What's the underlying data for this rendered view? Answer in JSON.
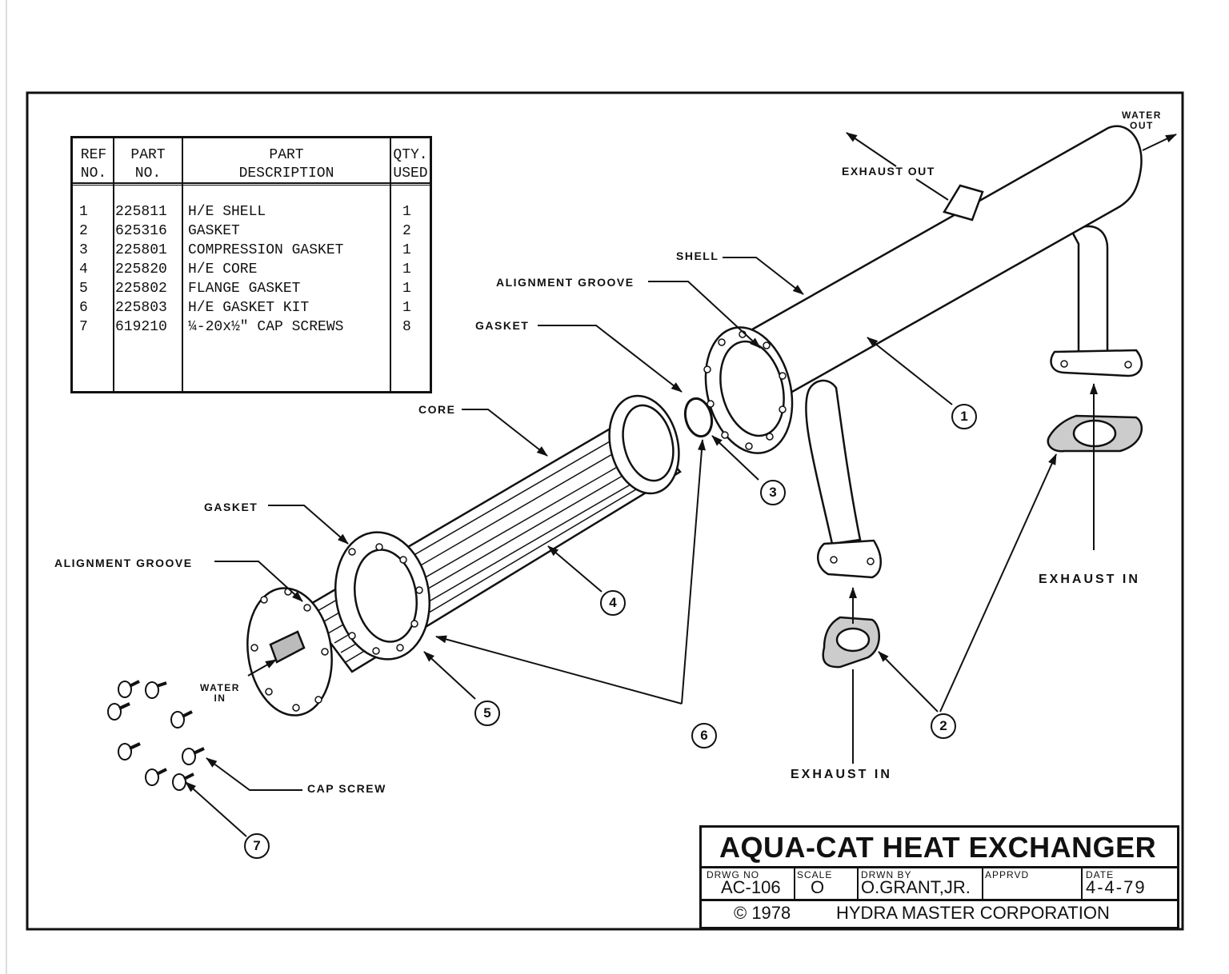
{
  "parts_table": {
    "headers": {
      "ref": [
        "REF",
        "NO."
      ],
      "part_no": [
        "PART",
        "NO."
      ],
      "description": [
        "PART",
        "DESCRIPTION"
      ],
      "qty": [
        "QTY.",
        "USED"
      ]
    },
    "rows": [
      {
        "ref": "1",
        "part_no": "225811",
        "description": "H/E SHELL",
        "qty": "1"
      },
      {
        "ref": "2",
        "part_no": "625316",
        "description": "GASKET",
        "qty": "2"
      },
      {
        "ref": "3",
        "part_no": "225801",
        "description": "COMPRESSION GASKET",
        "qty": "1"
      },
      {
        "ref": "4",
        "part_no": "225820",
        "description": "H/E CORE",
        "qty": "1"
      },
      {
        "ref": "5",
        "part_no": "225802",
        "description": "FLANGE GASKET",
        "qty": "1"
      },
      {
        "ref": "6",
        "part_no": "225803",
        "description": "H/E GASKET KIT",
        "qty": "1"
      },
      {
        "ref": "7",
        "part_no": "619210",
        "description": "¼-20x½\" CAP SCREWS",
        "qty": "8"
      }
    ]
  },
  "labels": {
    "water_out_1": "WATER",
    "water_out_2": "OUT",
    "exhaust_out": "EXHAUST OUT",
    "shell": "SHELL",
    "alignment_groove_top": "ALIGNMENT GROOVE",
    "gasket_top": "GASKET",
    "core": "CORE",
    "gasket_mid": "GASKET",
    "alignment_groove_left": "ALIGNMENT GROOVE",
    "water_in_1": "WATER",
    "water_in_2": "IN",
    "cap_screw": "CAP SCREW",
    "exhaust_in_right": "EXHAUST IN",
    "exhaust_in_bottom": "EXHAUST IN"
  },
  "callouts": [
    "1",
    "2",
    "3",
    "4",
    "5",
    "6",
    "7"
  ],
  "title_block": {
    "title": "AQUA-CAT HEAT EXCHANGER",
    "drwg_no_label": "DRWG NO",
    "drwg_no": "AC-106",
    "scale_label": "SCALE",
    "scale": "O",
    "drawn_by_label": "DRWN BY",
    "drawn_by": "O.GRANT,JR.",
    "approved_label": "APPRVD",
    "approved": "",
    "date_label": "DATE",
    "date": "4-4-79",
    "copyright": "© 1978",
    "company": "HYDRA MASTER CORPORATION"
  }
}
